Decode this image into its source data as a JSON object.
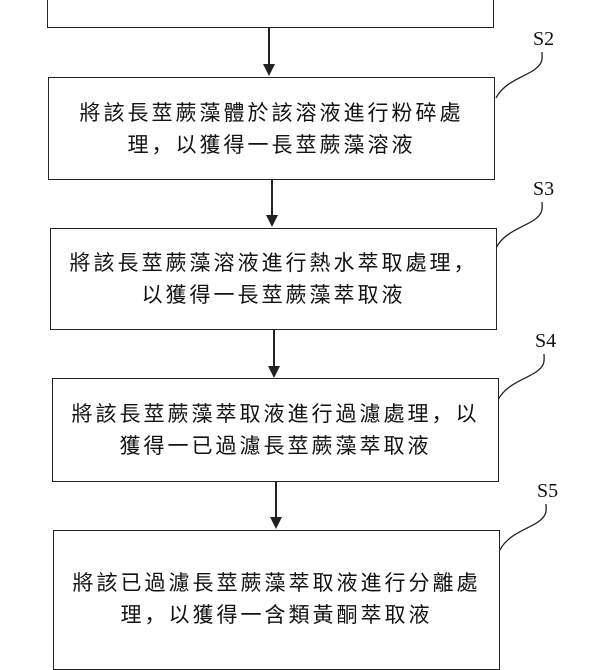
{
  "diagram": {
    "type": "flowchart",
    "steps": [
      {
        "id": "S1",
        "label": "",
        "lines": []
      },
      {
        "id": "S2",
        "label": "S2",
        "lines": [
          "將該長莖蕨藻體於該溶液進行粉碎處",
          "理，以獲得一長莖蕨藻溶液"
        ]
      },
      {
        "id": "S3",
        "label": "S3",
        "lines": [
          "將該長莖蕨藻溶液進行熱水萃取處理，",
          "以獲得一長莖蕨藻萃取液"
        ]
      },
      {
        "id": "S4",
        "label": "S4",
        "lines": [
          "將該長莖蕨藻萃取液進行過濾處理，以",
          "獲得一已過濾長莖蕨藻萃取液"
        ]
      },
      {
        "id": "S5",
        "label": "S5",
        "lines": [
          "將該已過濾長莖蕨藻萃取液進行分離處",
          "理，以獲得一含類黃酮萃取液"
        ]
      }
    ]
  }
}
